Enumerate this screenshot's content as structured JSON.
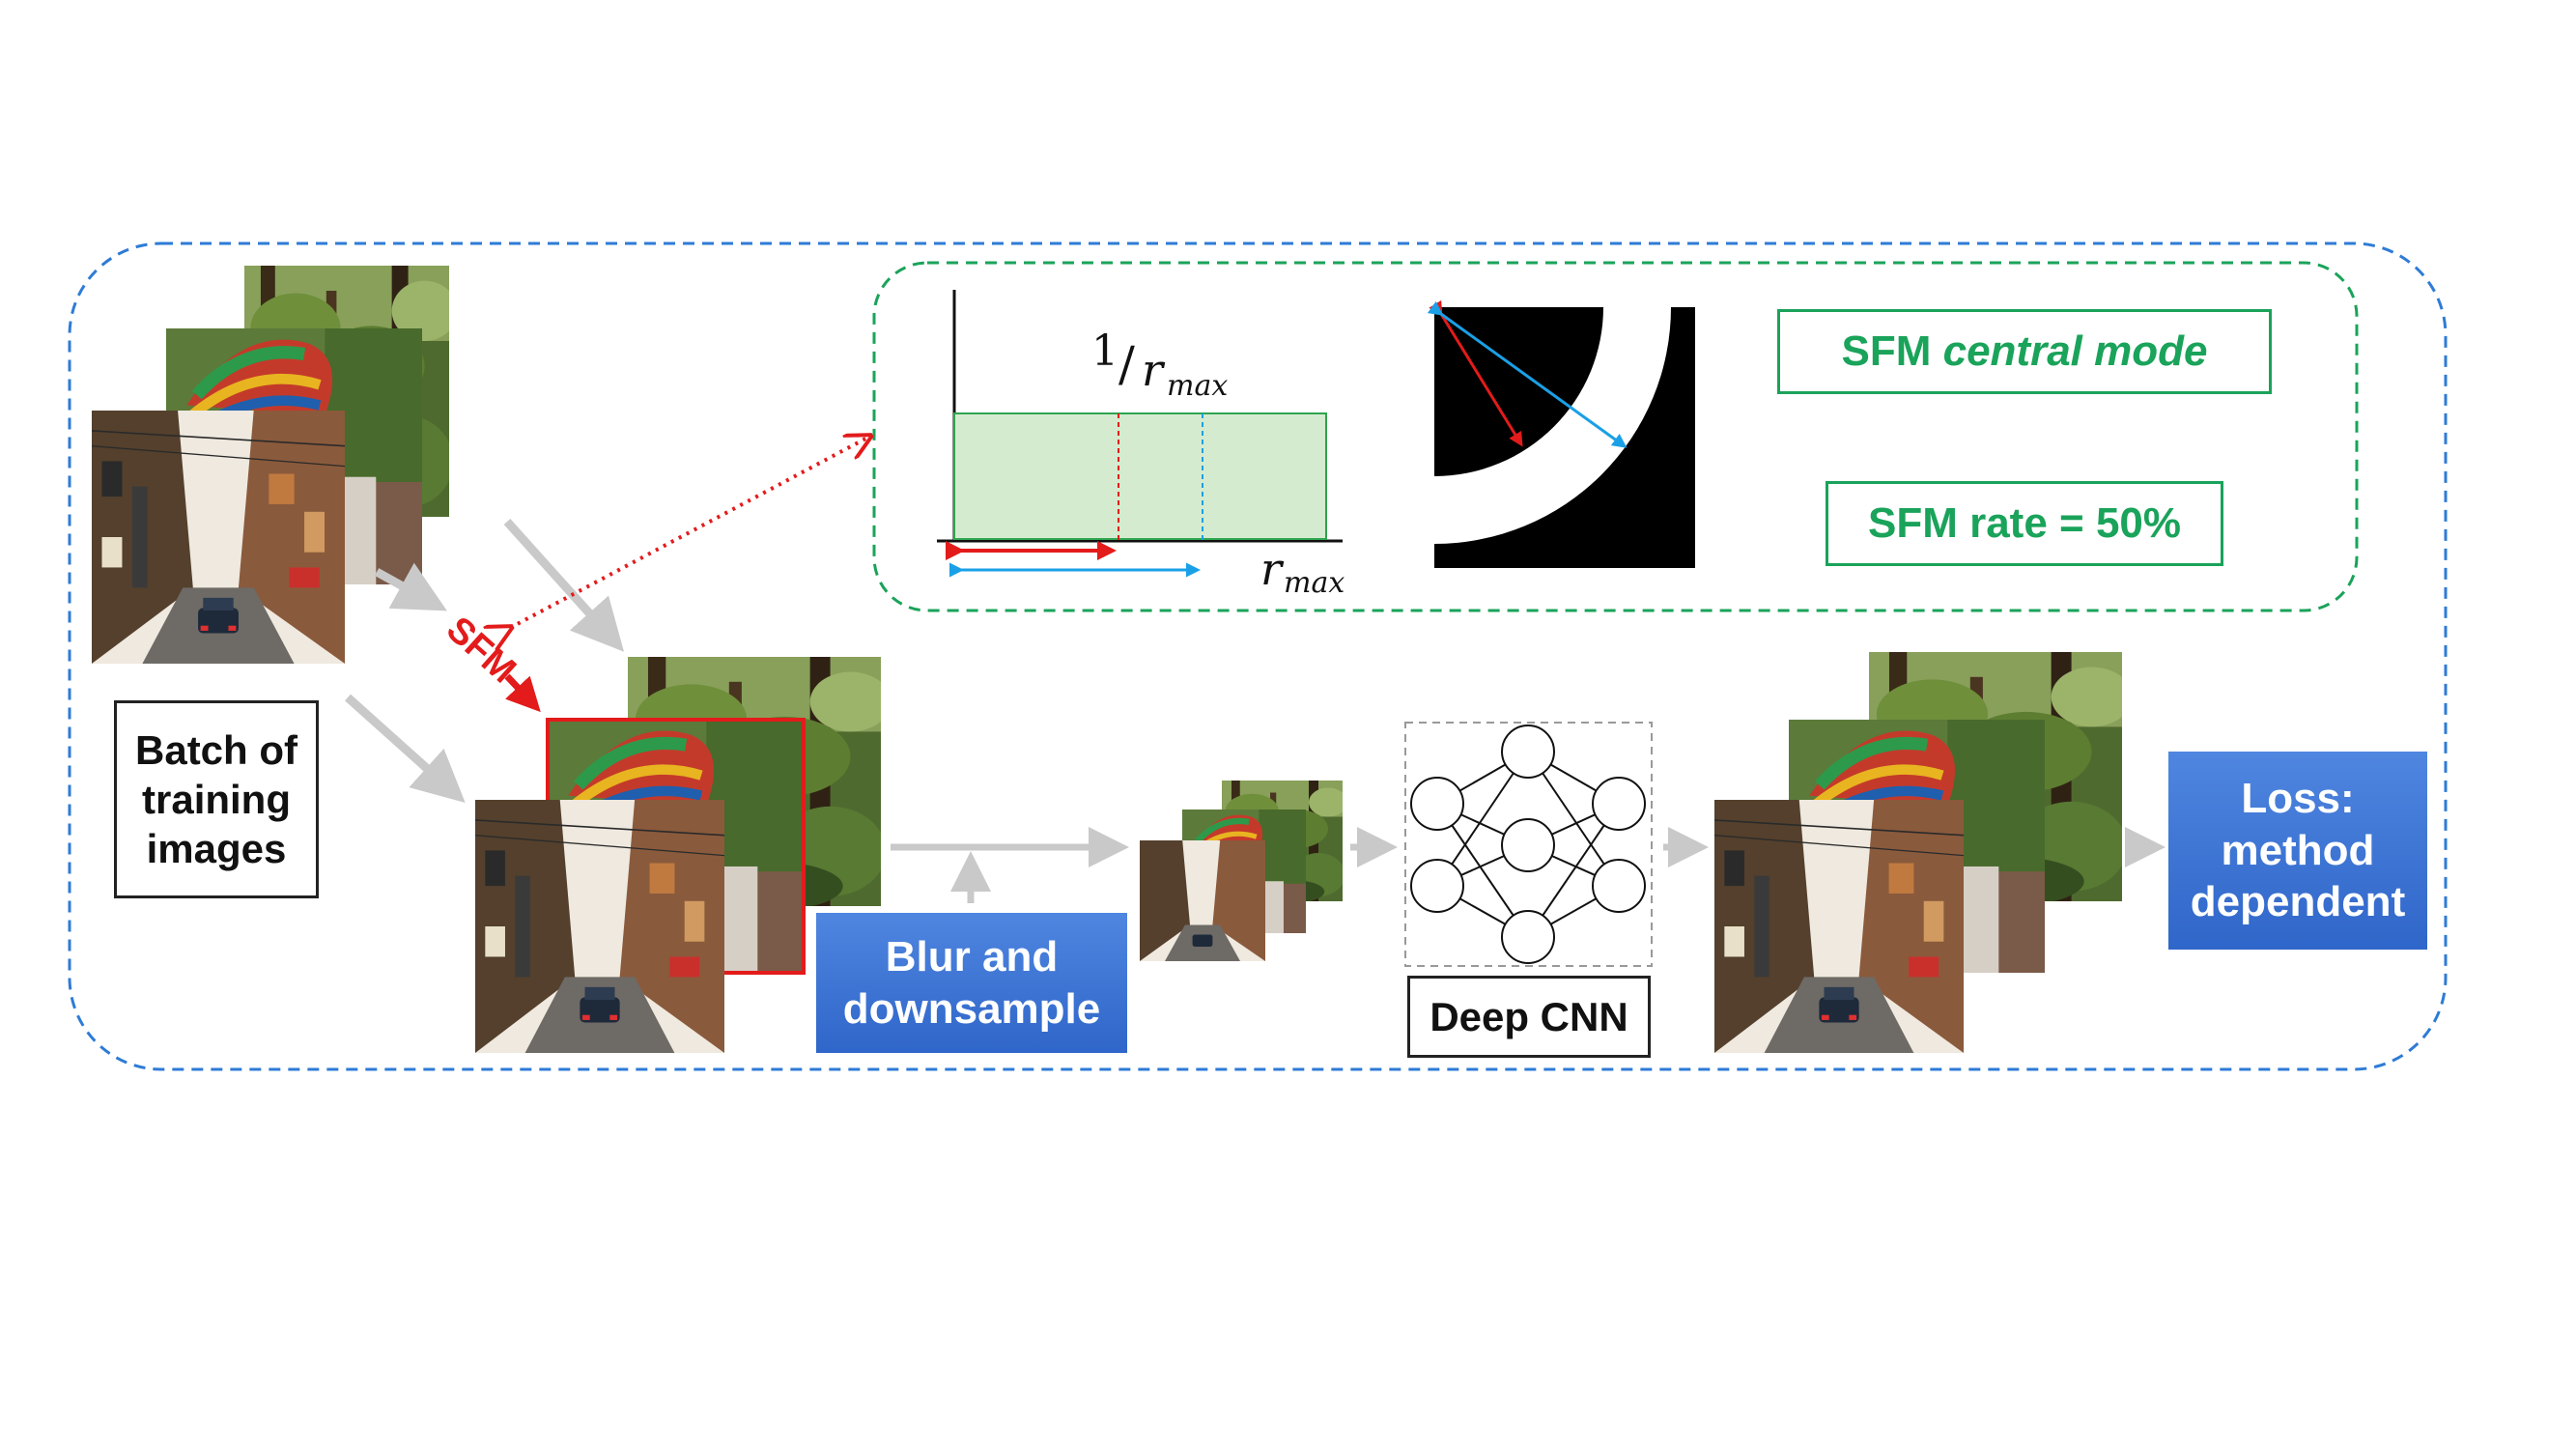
{
  "labels": {
    "batch": "Batch of\ntraining\nimages",
    "sfm_arrow": "SFM",
    "blur": "Blur and\ndownsample",
    "cnn": "Deep CNN",
    "loss": "Loss:\nmethod\ndependent",
    "sfm_mode_prefix": "SFM ",
    "sfm_mode_italic": "central mode",
    "sfm_rate": "SFM rate = 50%"
  },
  "math": {
    "inv_numerator": "1",
    "inv_slash": "/",
    "r": "r",
    "max_sub": "max"
  },
  "colors": {
    "outer_border": "#2e7bd6",
    "inset_border": "#1aa35a",
    "sfm_red": "#e31b1b",
    "blue_arrow": "#1aa0e6",
    "box_blue": "#3a72d2",
    "green_text": "#1aa35a",
    "arrow_gray": "#cccccc"
  },
  "images": [
    "forest-photo",
    "portrait-with-feather-headdress-photo",
    "city-street-photo"
  ]
}
